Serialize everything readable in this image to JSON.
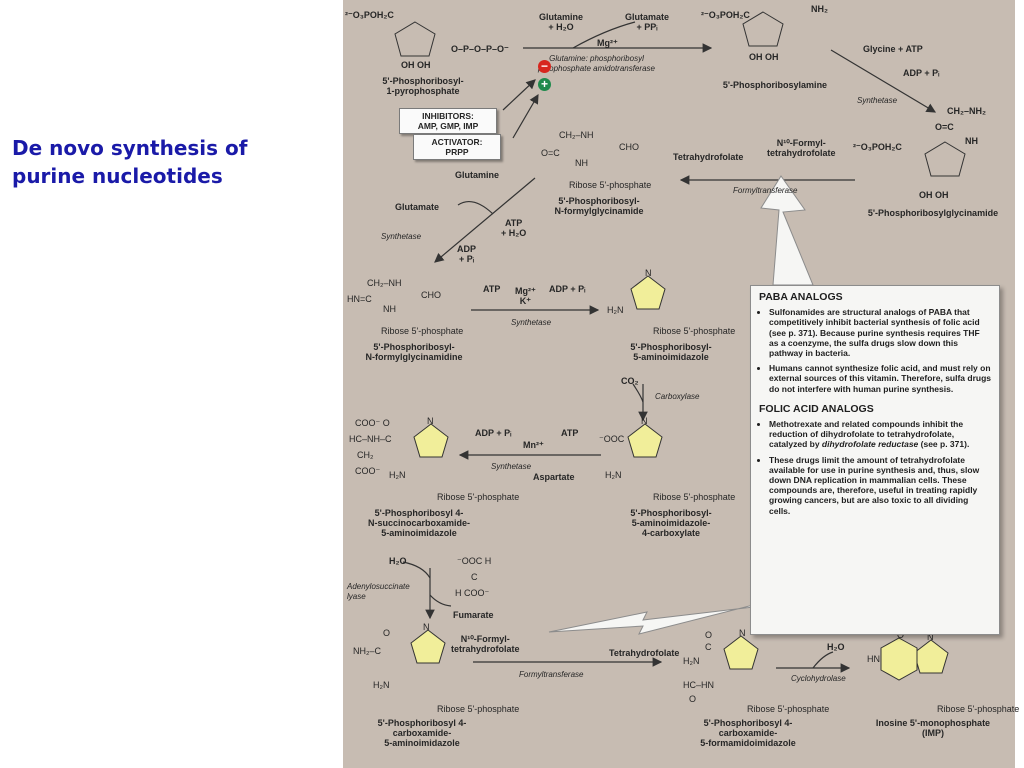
{
  "slide": {
    "title_line1": "De novo synthesis of",
    "title_line2": "purine nucleotides"
  },
  "regulation": {
    "inhibitors_label": "INHIBITORS:",
    "inhibitors_list": "AMP, GMP, IMP",
    "activator_label": "ACTIVATOR:",
    "activator_list": "PRPP",
    "minus_sign": "−",
    "plus_sign": "+"
  },
  "step1": {
    "substrate_top_group": "²⁻O₃POH₂C",
    "substrate_phosphates": "O–P–O–P–O⁻",
    "substrate_oh": "OH   OH",
    "substrate_name_line1": "5'-Phosphoribosyl-",
    "substrate_name_line2": "1-pyrophosphate",
    "reactant": "Glutamine",
    "reactant2": "+ H₂O",
    "product_side": "Glutamate",
    "product_side2": "+ PPᵢ",
    "cofactor": "Mg²⁺",
    "enzyme_line1": "Glutamine: phosphoribosyl",
    "enzyme_line2": "pyrophosphate amidotransferase",
    "product_top_group": "²⁻O₃POH₂C",
    "product_nh2": "NH₂",
    "product_oh": "OH   OH",
    "product_name": "5'-Phosphoribosylamine"
  },
  "step2": {
    "reactant": "Glycine + ATP",
    "products": "ADP + Pᵢ",
    "enzyme": "Synthetase",
    "product_group": "CH₂–NH₂",
    "product_carbonyl": "O=C",
    "product_nh": "NH",
    "product_top_group": "²⁻O₃POH₂C",
    "product_oh": "OH   OH",
    "product_name": "5'-Phosphoribosylglycinamide"
  },
  "step3": {
    "cofactor_in_line1": "N¹⁰-Formyl-",
    "cofactor_in_line2": "tetrahydrofolate",
    "cofactor_out": "Tetrahydrofolate",
    "enzyme": "Formyltransferase",
    "product_group": "CH₂–NH",
    "product_cho": "CHO",
    "product_carbonyl": "O=C",
    "product_nh": "NH",
    "product_ribose": "Ribose 5'-phosphate",
    "product_name_line1": "5'-Phosphoribosyl-",
    "product_name_line2": "N-formylglycinamide"
  },
  "step4": {
    "reactant": "Glutamine",
    "product_side": "Glutamate",
    "atp": "ATP",
    "atp2": "+ H₂O",
    "adp": "ADP",
    "adp2": "+ Pᵢ",
    "enzyme": "Synthetase",
    "product_group": "CH₂–NH",
    "product_cho": "CHO",
    "product_hn": "HN=C",
    "product_nh": "NH",
    "product_ribose": "Ribose 5'-phosphate",
    "product_name_line1": "5'-Phosphoribosyl-",
    "product_name_line2": "N-formylglycinamidine"
  },
  "step5": {
    "atp": "ATP",
    "cofactor": "Mg²⁺",
    "cofactor2": "K⁺",
    "products": "ADP + Pᵢ",
    "enzyme": "Synthetase",
    "product_amine": "H₂N",
    "product_n": "N",
    "product_ribose": "Ribose 5'-phosphate",
    "product_name_line1": "5'-Phosphoribosyl-",
    "product_name_line2": "5-aminoimidazole"
  },
  "step6": {
    "reactant": "CO₂",
    "enzyme": "Carboxylase",
    "product_group": "⁻OOC",
    "product_amine": "H₂N",
    "product_n": "N",
    "product_ribose": "Ribose 5'-phosphate",
    "product_name_line1": "5'-Phosphoribosyl-",
    "product_name_line2": "5-aminoimidazole-",
    "product_name_line3": "4-carboxylate"
  },
  "step7": {
    "products": "ADP + Pᵢ",
    "atp": "ATP",
    "cofactor": "Mn²⁺",
    "enzyme": "Synthetase",
    "reactant": "Aspartate",
    "product_coo_top": "COO⁻  O",
    "product_hc": "HC–NH–C",
    "product_ch2": "CH₂",
    "product_coo_bottom": "COO⁻",
    "product_amine": "H₂N",
    "product_n": "N",
    "product_ribose": "Ribose 5'-phosphate",
    "product_name_line1": "5'-Phosphoribosyl 4-",
    "product_name_line2": "N-succinocarboxamide-",
    "product_name_line3": "5-aminoimidazole"
  },
  "step8": {
    "reactant": "H₂O",
    "enzyme_line1": "Adenylosuccinate",
    "enzyme_line2": "lyase",
    "fumarate_top": "⁻OOC   H",
    "fumarate_mid": "C",
    "fumarate_bottom": "H    COO⁻",
    "product_side": "Fumarate",
    "product_amide": "NH₂–C",
    "product_o": "O",
    "product_amine": "H₂N",
    "product_n": "N",
    "product_ribose": "Ribose 5'-phosphate",
    "product_name_line1": "5'-Phosphoribosyl 4-",
    "product_name_line2": "carboxamide-",
    "product_name_line3": "5-aminoimidazole"
  },
  "step9": {
    "cofactor_in_line1": "N¹⁰-Formyl-",
    "cofactor_in_line2": "tetrahydrofolate",
    "cofactor_out": "Tetrahydrofolate",
    "enzyme": "Formyltransferase",
    "product_amide": "H₂N",
    "product_carbonyl": "C",
    "product_o": "O",
    "product_hc": "HC–HN",
    "product_o2": "O",
    "product_n": "N",
    "product_ribose": "Ribose 5'-phosphate",
    "product_name_line1": "5'-Phosphoribosyl 4-",
    "product_name_line2": "carboxamide-",
    "product_name_line3": "5-formamidoimidazole"
  },
  "step10": {
    "product_side": "H₂O",
    "enzyme": "Cyclohydrolase",
    "product_o": "O",
    "product_hn": "HN",
    "product_n": "N",
    "product_ribose": "Ribose 5'-phosphate",
    "product_name_line1": "Inosine 5'-monophosphate",
    "product_name_line2": "(IMP)"
  },
  "paba_panel": {
    "heading": "PABA ANALOGS",
    "bullet1": "Sulfonamides are structural analogs of PABA that competitively inhibit bacterial synthesis of folic acid (see p. 371). Because purine synthesis requires THF as a coenzyme, the sulfa drugs slow down this pathway in bacteria.",
    "bullet2": "Humans cannot synthesize folic acid, and must rely on external sources of this vitamin. Therefore, sulfa drugs do not interfere with human purine synthesis.",
    "heading2": "FOLIC ACID ANALOGS",
    "bullet3_a": "Methotrexate and related compounds inhibit the reduction of dihydrofolate to tetrahydrofolate, catalyzed by ",
    "bullet3_enzyme": "dihydrofolate reductase",
    "bullet3_b": " (see p. 371).",
    "bullet4": "These drugs limit the amount of tetrahydrofolate available for use in purine synthesis and, thus, slow down DNA replication in mammalian cells. These compounds are, therefore, useful in treating rapidly growing cancers, but are also toxic to all dividing cells."
  },
  "colors": {
    "title": "#1a1aa8",
    "figure_background": "#c7bcb2",
    "inhibitor": "#d7261e",
    "activator": "#1f8a4c",
    "ring_fill": "#f1ee9a"
  }
}
